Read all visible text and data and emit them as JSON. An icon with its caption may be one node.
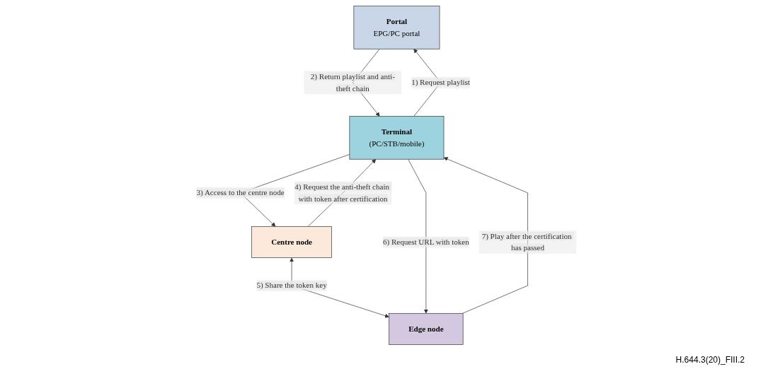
{
  "diagram": {
    "nodes": [
      {
        "text": [
          "Portal",
          "EPG/PC portal"
        ]
      },
      {
        "text": [
          "Centre node"
        ]
      },
      {
        "text": [
          "Terminal",
          "(PC/STB/mobile)"
        ]
      },
      {
        "text": [
          "Edge node"
        ]
      }
    ],
    "edges": [
      {
        "from": 2,
        "to": 0,
        "arrow": "to",
        "label": "1) Request playlist"
      },
      {
        "from": 0,
        "to": 2,
        "arrow": "to",
        "label": "2) Return playlist and anti-theft chain"
      },
      {
        "from": 2,
        "to": 1,
        "arrow": "to",
        "label": "3) Access to the centre node"
      },
      {
        "from": 1,
        "to": 2,
        "arrow": "to",
        "label": "4) Request the anti-theft chain with token after certification"
      },
      {
        "from": 1,
        "to": 3,
        "arrow": "both",
        "label": "5) Share the token key"
      },
      {
        "from": 2,
        "to": 3,
        "arrow": "to",
        "label": "6) Request URL with token"
      },
      {
        "from": 3,
        "to": 2,
        "arrow": "to",
        "label": "7) Play after the certification has passed"
      }
    ],
    "labels": [
      "H.644.3(20)_FIII.2"
    ]
  }
}
